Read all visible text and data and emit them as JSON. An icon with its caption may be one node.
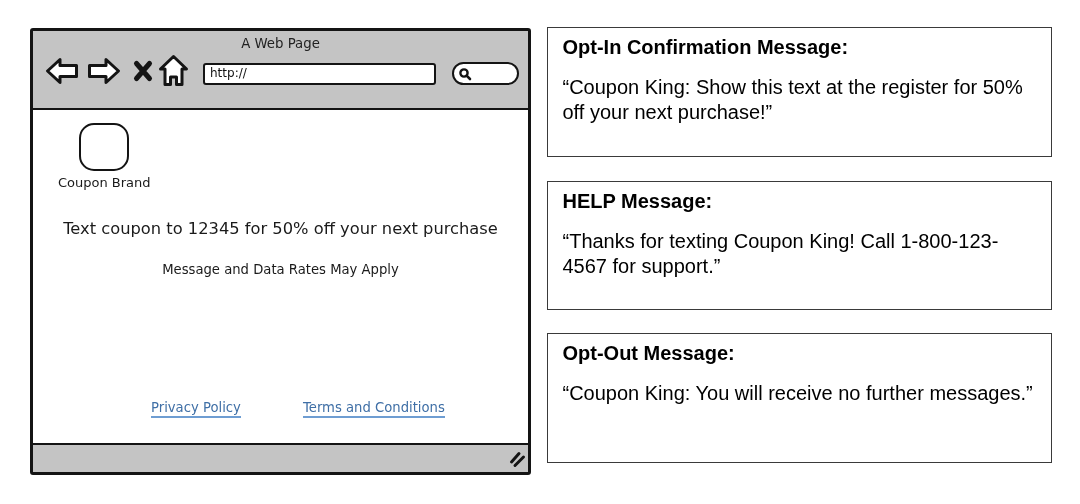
{
  "diagram": {
    "nodes": [
      {
        "text": [
          "A Web Page"
        ]
      },
      {
        "text": [
          "http://"
        ],
        "in": 0
      },
      {
        "text": [],
        "shape": "box",
        "in": 0
      },
      {
        "text": [
          "Text coupon to 12345 for 50% off your next purchase",
          "Message and Data Rates May Apply",
          "Privacy Policy",
          "Terms and Conditions"
        ],
        "in": 0
      },
      {
        "text": [
          "Coupon Brand"
        ],
        "in": 3
      },
      {
        "text": [
          "Opt-In Confirmation Message:",
          "“Coupon King: Show this text at the register for 50% off your next purchase!”"
        ]
      },
      {
        "text": [
          "HELP Message:",
          "“Thanks for texting Coupon King! Call 1-800-123-4567 for support.”"
        ]
      },
      {
        "text": [
          "Opt-Out Message:",
          "“Coupon King: You will receive no further messages.”"
        ]
      }
    ]
  }
}
